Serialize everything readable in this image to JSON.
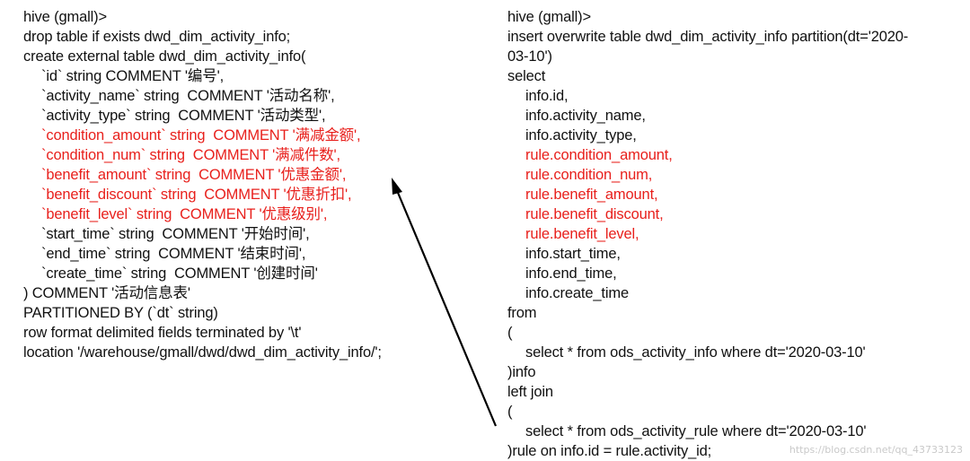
{
  "left_code": {
    "lines": [
      {
        "text": "hive (gmall)>",
        "indent": false,
        "highlight": false
      },
      {
        "text": "drop table if exists dwd_dim_activity_info;",
        "indent": false,
        "highlight": false
      },
      {
        "text": "create external table dwd_dim_activity_info(",
        "indent": false,
        "highlight": false
      },
      {
        "text": "`id` string COMMENT '编号',",
        "indent": true,
        "highlight": false
      },
      {
        "text": "`activity_name` string  COMMENT '活动名称',",
        "indent": true,
        "highlight": false
      },
      {
        "text": "`activity_type` string  COMMENT '活动类型',",
        "indent": true,
        "highlight": false
      },
      {
        "text": "`condition_amount` string  COMMENT '满减金额',",
        "indent": true,
        "highlight": true
      },
      {
        "text": "`condition_num` string  COMMENT '满减件数',",
        "indent": true,
        "highlight": true
      },
      {
        "text": "`benefit_amount` string  COMMENT '优惠金额',",
        "indent": true,
        "highlight": true
      },
      {
        "text": "`benefit_discount` string  COMMENT '优惠折扣',",
        "indent": true,
        "highlight": true
      },
      {
        "text": "`benefit_level` string  COMMENT '优惠级别',",
        "indent": true,
        "highlight": true
      },
      {
        "text": "`start_time` string  COMMENT '开始时间',",
        "indent": true,
        "highlight": false
      },
      {
        "text": "`end_time` string  COMMENT '结束时间',",
        "indent": true,
        "highlight": false
      },
      {
        "text": "`create_time` string  COMMENT '创建时间'",
        "indent": true,
        "highlight": false
      },
      {
        "text": ") COMMENT '活动信息表'",
        "indent": false,
        "highlight": false
      },
      {
        "text": "PARTITIONED BY (`dt` string)",
        "indent": false,
        "highlight": false
      },
      {
        "text": "row format delimited fields terminated by '\\t'",
        "indent": false,
        "highlight": false
      },
      {
        "text": "location '/warehouse/gmall/dwd/dwd_dim_activity_info/';",
        "indent": false,
        "highlight": false
      }
    ]
  },
  "right_code": {
    "lines": [
      {
        "text": "hive (gmall)>",
        "indent": false,
        "highlight": false
      },
      {
        "text": "insert overwrite table dwd_dim_activity_info partition(dt='2020-",
        "indent": false,
        "highlight": false
      },
      {
        "text": "03-10')",
        "indent": false,
        "highlight": false
      },
      {
        "text": "select",
        "indent": false,
        "highlight": false
      },
      {
        "text": "info.id,",
        "indent": true,
        "highlight": false
      },
      {
        "text": "info.activity_name,",
        "indent": true,
        "highlight": false
      },
      {
        "text": "info.activity_type,",
        "indent": true,
        "highlight": false
      },
      {
        "text": "rule.condition_amount,",
        "indent": true,
        "highlight": true
      },
      {
        "text": "rule.condition_num,",
        "indent": true,
        "highlight": true
      },
      {
        "text": "rule.benefit_amount,",
        "indent": true,
        "highlight": true
      },
      {
        "text": "rule.benefit_discount,",
        "indent": true,
        "highlight": true
      },
      {
        "text": "rule.benefit_level,",
        "indent": true,
        "highlight": true
      },
      {
        "text": "info.start_time,",
        "indent": true,
        "highlight": false
      },
      {
        "text": "info.end_time,",
        "indent": true,
        "highlight": false
      },
      {
        "text": "info.create_time",
        "indent": true,
        "highlight": false
      },
      {
        "text": "from",
        "indent": false,
        "highlight": false
      },
      {
        "text": "(",
        "indent": false,
        "highlight": false
      },
      {
        "text": "select * from ods_activity_info where dt='2020-03-10'",
        "indent": true,
        "highlight": false
      },
      {
        "text": ")info",
        "indent": false,
        "highlight": false
      },
      {
        "text": "left join",
        "indent": false,
        "highlight": false
      },
      {
        "text": "(",
        "indent": false,
        "highlight": false
      },
      {
        "text": "select * from ods_activity_rule where dt='2020-03-10'",
        "indent": true,
        "highlight": false
      },
      {
        "text": ")rule on info.id = rule.activity_id;",
        "indent": false,
        "highlight": false
      }
    ]
  },
  "watermark": "https://blog.csdn.net/qq_43733123",
  "colors": {
    "text": "#111111",
    "highlight": "#e8201c",
    "arrow": "#000000"
  }
}
